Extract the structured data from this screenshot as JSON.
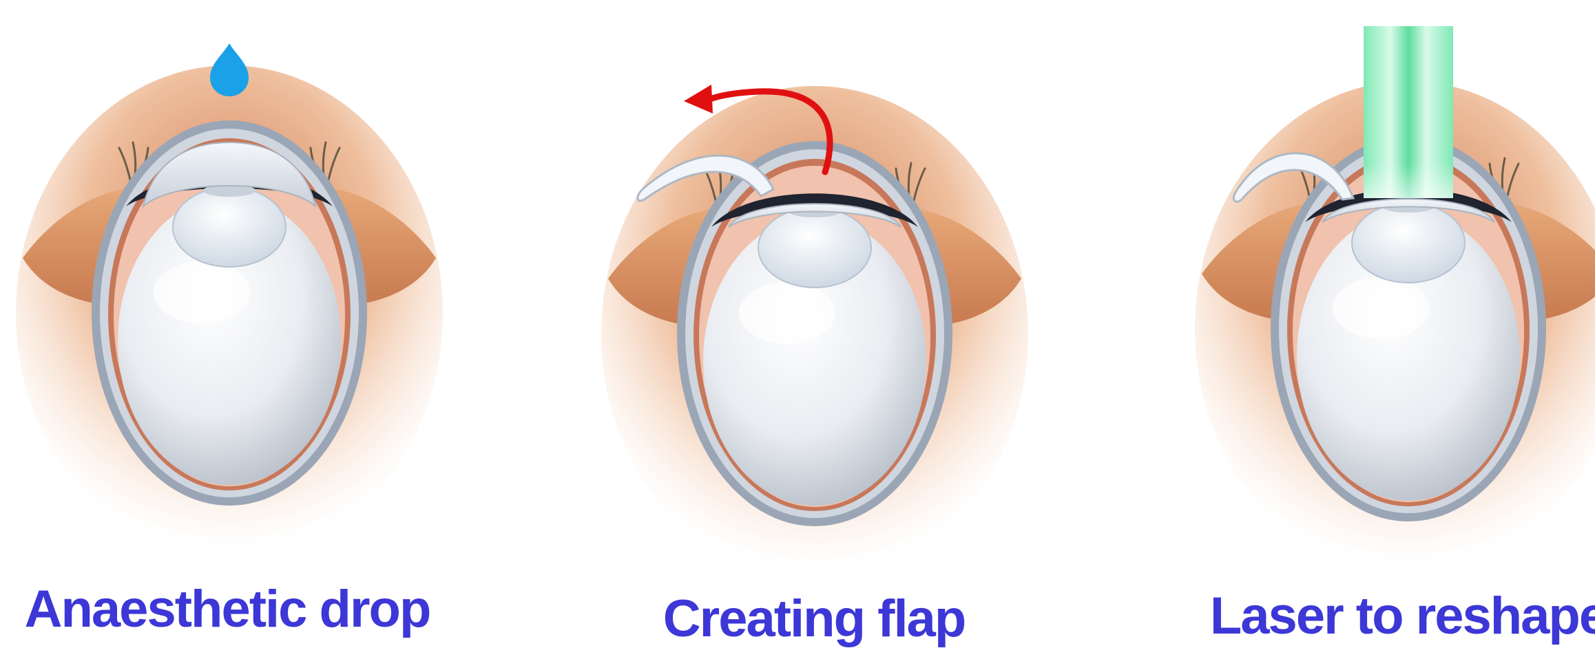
{
  "steps": [
    {
      "label": "Anaesthetic drop",
      "icon": "eye-drop-icon"
    },
    {
      "label": "Creating flap",
      "icon": "flap-arrow-icon"
    },
    {
      "label": "Laser to reshape",
      "icon": "laser-beam-icon"
    }
  ],
  "colors": {
    "caption": "#3c37d6",
    "drop": "#1aa1e8",
    "arrow": "#e01010",
    "laser": "#5fe0a0",
    "skin": "#e7a878",
    "sclera": "#eef1f5",
    "rim": "#8d9aab",
    "iris_band": "#1f2430"
  }
}
